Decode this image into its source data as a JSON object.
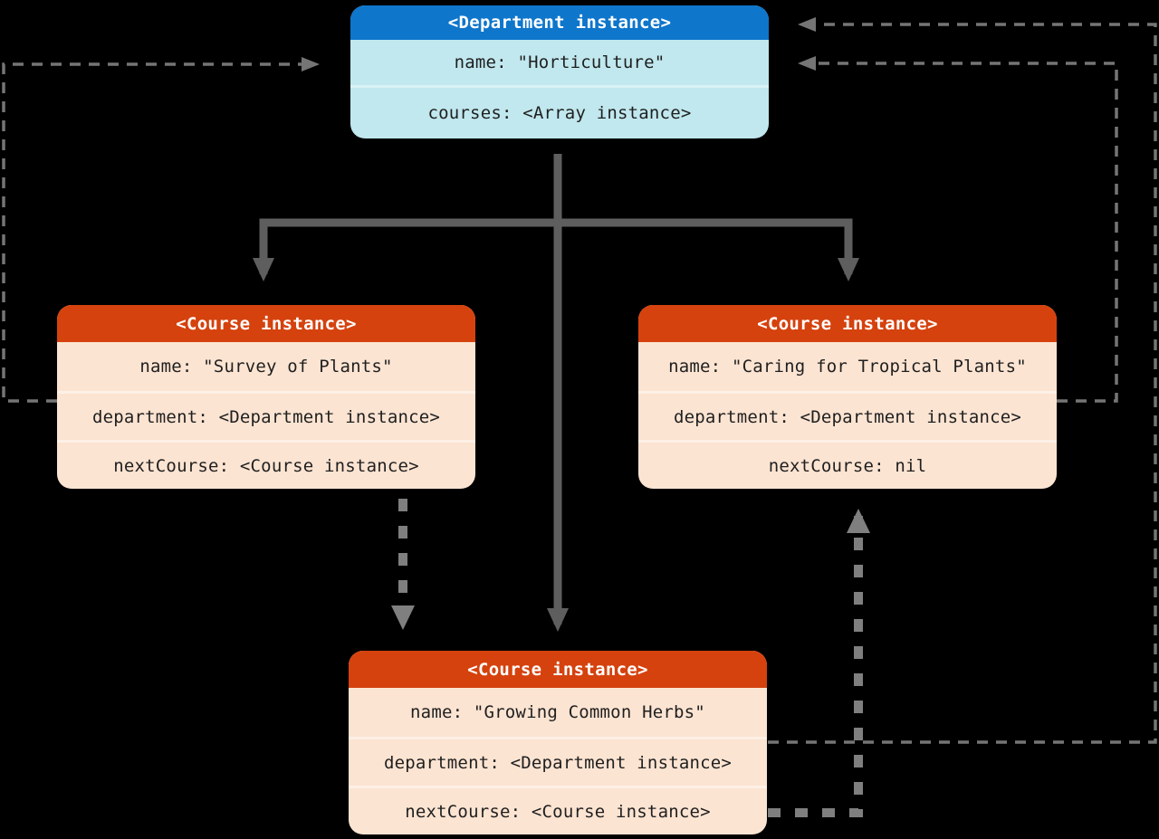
{
  "colors": {
    "background": "#000000",
    "department_header": "#0e76cb",
    "department_body": "#c0e8ee",
    "department_divider": "#daf2f5",
    "course_header": "#d5420e",
    "course_body": "#fce4d2",
    "course_divider": "#fdf0e6",
    "solid_arrow": "#5e5e5e",
    "dashed_thin": "#757575",
    "dashed_thick": "#7f7f7f",
    "header_text": "#ffffff",
    "row_text": "#1f1f1f"
  },
  "boxes": {
    "department": {
      "title": "<Department instance>",
      "rows": [
        "name: \"Horticulture\"",
        "courses: <Array instance>"
      ]
    },
    "course_left": {
      "title": "<Course instance>",
      "rows": [
        "name: \"Survey of Plants\"",
        "department: <Department instance>",
        "nextCourse: <Course instance>"
      ]
    },
    "course_right": {
      "title": "<Course instance>",
      "rows": [
        "name: \"Caring for Tropical Plants\"",
        "department: <Department instance>",
        "nextCourse: nil"
      ]
    },
    "course_bottom": {
      "title": "<Course instance>",
      "rows": [
        "name: \"Growing Common Herbs\"",
        "department: <Department instance>",
        "nextCourse: <Course instance>"
      ]
    }
  },
  "edges": {
    "solid_arrows": [
      {
        "from": "department.courses",
        "to": "course_left"
      },
      {
        "from": "department.courses",
        "to": "course_right"
      },
      {
        "from": "department.courses",
        "to": "course_bottom"
      }
    ],
    "dashed_thin_arrows": [
      {
        "from": "course_left.department",
        "to": "department"
      },
      {
        "from": "course_right.department",
        "to": "department"
      },
      {
        "from": "course_bottom.department",
        "to": "department"
      }
    ],
    "dashed_thick_arrows": [
      {
        "from": "course_left.nextCourse",
        "to": "course_bottom"
      },
      {
        "from": "course_bottom.nextCourse",
        "to": "course_right"
      }
    ]
  }
}
